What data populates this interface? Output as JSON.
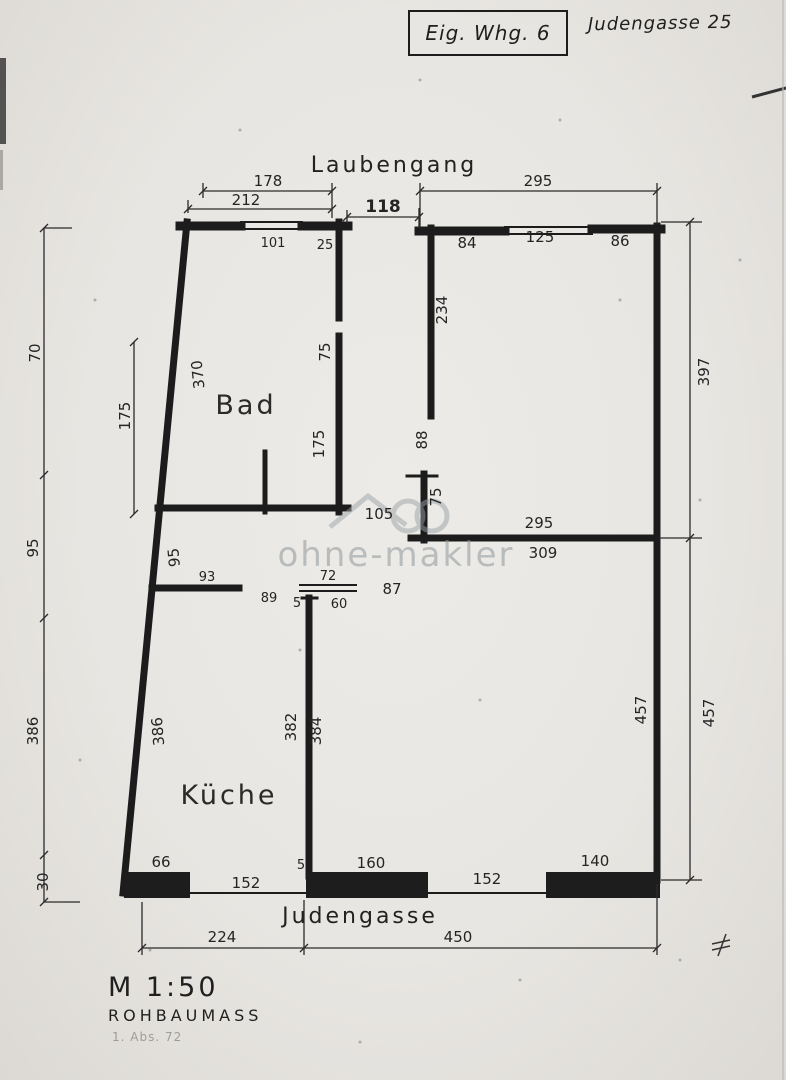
{
  "header": {
    "unit_label": "Eig. Whg. 6",
    "address": "Judengasse 25"
  },
  "streets": {
    "top": "Laubengang",
    "bottom": "Judengasse"
  },
  "rooms": {
    "bad": "Bad",
    "kueche": "Küche"
  },
  "dims": {
    "d178": "178",
    "d212": "212",
    "d295_top": "295",
    "d118": "118",
    "d101": "101",
    "d25": "25",
    "d84": "84",
    "d125": "125",
    "d86": "86",
    "d234": "234",
    "d75_bad": "75",
    "d370": "370",
    "d175_left": "175",
    "d175_bad": "175",
    "d88": "88",
    "d397": "397",
    "d70": "70",
    "d95_left": "95",
    "d105": "105",
    "d295_mid": "295",
    "d309": "309",
    "d75_mid": "75",
    "d95_slant": "95",
    "d93": "93",
    "d89": "89",
    "d72": "72",
    "d60": "60",
    "d87": "87",
    "d5_mid": "5",
    "d457_in": "457",
    "d457_out": "457",
    "d386_slant": "386",
    "d382": "382",
    "d384": "384",
    "d386_left": "386",
    "d30": "30",
    "d66": "66",
    "d152_a": "152",
    "d160": "160",
    "d152_b": "152",
    "d140": "140",
    "d5_bot": "5",
    "d224": "224",
    "d450": "450"
  },
  "footer": {
    "scale": "M 1:50",
    "note": "ROHBAUMASS",
    "faint": "1. Abs. 72"
  },
  "watermark": {
    "text": "ohne-makler"
  }
}
